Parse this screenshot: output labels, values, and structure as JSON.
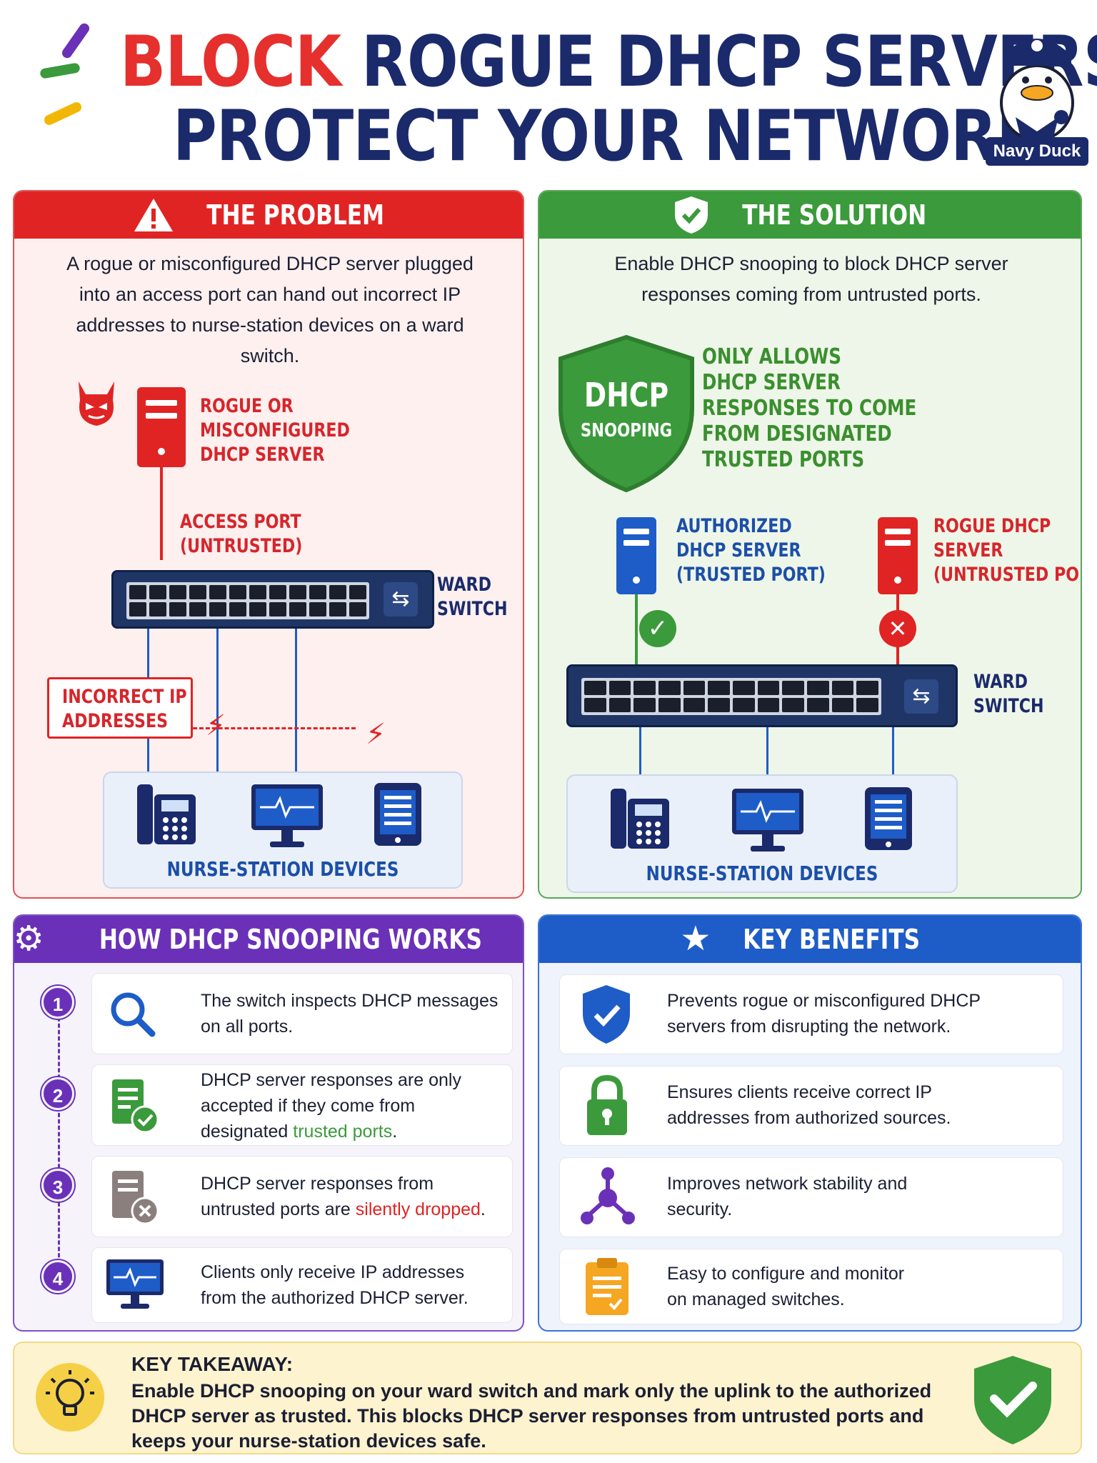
{
  "header": {
    "title_word_red": "BLOCK",
    "title_rest_line1": "ROGUE DHCP SERVERS",
    "title_line2": "PROTECT YOUR NETWORK",
    "brand_name": "Navy Duck"
  },
  "problem": {
    "title": "THE PROBLEM",
    "intro": "A rogue or misconfigured DHCP server plugged into an access port can hand out incorrect IP addresses to nurse-station devices on a ward switch.",
    "rogue_label": [
      "ROGUE OR",
      "MISCONFIGURED",
      "DHCP SERVER"
    ],
    "port_label": [
      "ACCESS PORT",
      "(UNTRUSTED)"
    ],
    "switch_label": [
      "WARD",
      "SWITCH"
    ],
    "incorrect_label": [
      "INCORRECT IP",
      "ADDRESSES"
    ],
    "devices_label": "NURSE-STATION DEVICES"
  },
  "solution": {
    "title": "THE SOLUTION",
    "intro": "Enable DHCP snooping to block DHCP server responses coming from untrusted ports.",
    "shield_text": [
      "DHCP",
      "SNOOPING"
    ],
    "allows_label": [
      "ONLY ALLOWS",
      "DHCP SERVER",
      "RESPONSES TO COME",
      "FROM DESIGNATED",
      "TRUSTED PORTS"
    ],
    "authorized_label": [
      "AUTHORIZED",
      "DHCP SERVER",
      "(TRUSTED PORT)"
    ],
    "rogue_label": [
      "ROGUE DHCP",
      "SERVER",
      "(UNTRUSTED PORT)"
    ],
    "switch_label": [
      "WARD",
      "SWITCH"
    ],
    "devices_label": "NURSE-STATION DEVICES"
  },
  "how": {
    "title": "HOW DHCP SNOOPING WORKS",
    "steps": [
      {
        "num": "1",
        "icon": "magnifier-icon",
        "lines": [
          "The switch inspects DHCP messages",
          "on all ports."
        ]
      },
      {
        "num": "2",
        "icon": "document-check-icon",
        "lines": [
          "DHCP server responses are only",
          "accepted if they come from"
        ],
        "pre": "designated ",
        "highlight": "trusted ports",
        "post": "."
      },
      {
        "num": "3",
        "icon": "server-x-icon",
        "lines": [
          "DHCP server responses from"
        ],
        "pre": "untrusted ports are ",
        "highlight": "silently dropped",
        "post": "."
      },
      {
        "num": "4",
        "icon": "monitor-icon",
        "lines": [
          "Clients only receive IP addresses",
          "from the authorized DHCP server."
        ]
      }
    ]
  },
  "benefits": {
    "title": "KEY BENEFITS",
    "items": [
      {
        "icon": "shield-check-icon",
        "lines": [
          "Prevents rogue or misconfigured DHCP",
          "servers from disrupting the network."
        ]
      },
      {
        "icon": "padlock-icon",
        "lines": [
          "Ensures clients receive correct IP",
          "addresses from authorized sources."
        ]
      },
      {
        "icon": "network-nodes-icon",
        "lines": [
          "Improves network stability and",
          "security."
        ]
      },
      {
        "icon": "clipboard-icon",
        "lines": [
          "Easy to configure and monitor",
          "on managed switches."
        ]
      }
    ]
  },
  "takeaway": {
    "heading": "KEY TAKEAWAY:",
    "body": "Enable DHCP snooping on your ward switch and mark only the uplink to the authorized DHCP server as trusted. This blocks DHCP server responses from untrusted ports and keeps your nurse-station devices safe."
  },
  "colors": {
    "red": "#e02424",
    "green": "#3b9a3b",
    "purple": "#6a31b8",
    "blue": "#1e5cc8",
    "navy": "#1b2a6b"
  }
}
